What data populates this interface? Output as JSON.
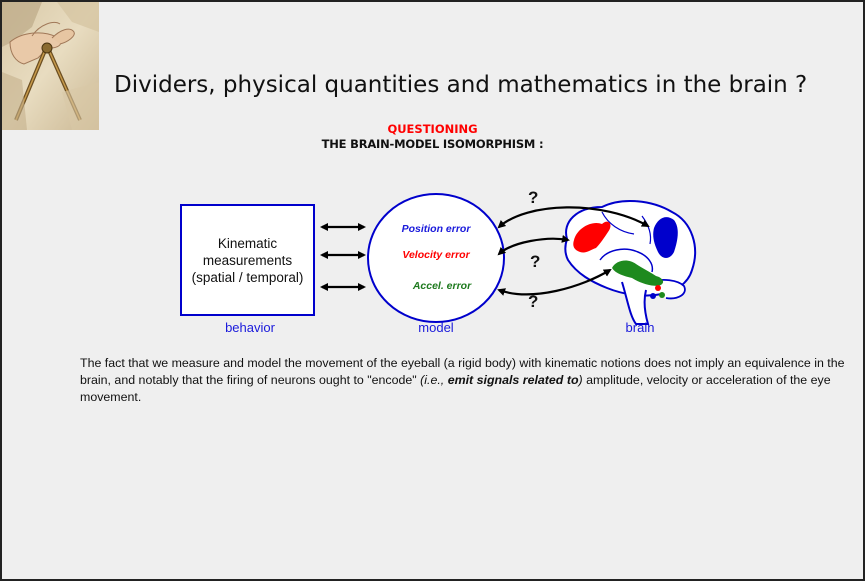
{
  "slide": {
    "title": "Dividers, physical quantities and mathematics in the brain ?",
    "questioning": "QUESTIONING",
    "subtitle": "THE BRAIN-MODEL ISOMORPHISM :"
  },
  "diagram": {
    "behavior_box_text": "Kinematic measurements (spatial / temporal)",
    "behavior_caption": "behavior",
    "model_labels": [
      {
        "text": "Position error",
        "color": "#1a1adb"
      },
      {
        "text": "Velocity error",
        "color": "#ff0000"
      },
      {
        "text": "Accel. error",
        "color": "#1e7a1e"
      }
    ],
    "model_caption": "model",
    "brain_caption": "brain",
    "question_marks": [
      "?",
      "?",
      "?"
    ],
    "colors": {
      "box_border": "#0000cc",
      "caption": "#1a1adb",
      "background": "#efefef"
    }
  },
  "paragraph": {
    "part1": "The fact that we measure and model the movement of the eyeball (a rigid body) with kinematic notions does not imply an equivalence in the brain, and notably that the firing of neurons ought to \"encode\" ",
    "italic_open": "(i.e., ",
    "bold_italic": "emit signals related to",
    "italic_close": ")",
    "part2": " amplitude, velocity or acceleration of the eye movement."
  },
  "thumbnail": {
    "icon": "dividers-image"
  }
}
